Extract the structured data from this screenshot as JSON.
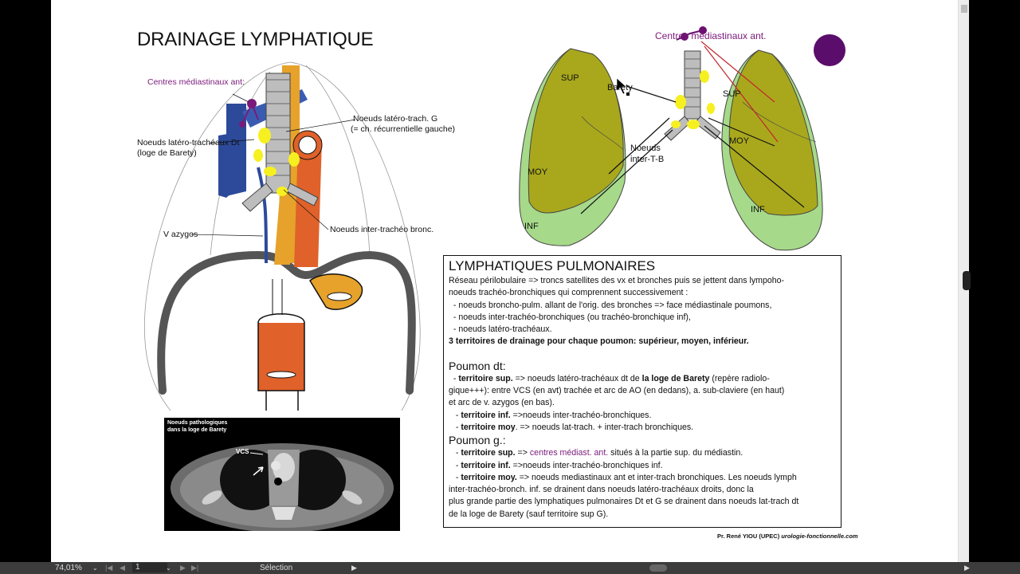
{
  "title": "DRAINAGE LYMPHATIQUE",
  "left_diagram": {
    "centres_label": "Centres médiastinaux ant:",
    "laterotrach_g_line1": "Noeuds latéro-trach. G",
    "laterotrach_g_line2": "(= ch. récurrentielle gauche)",
    "laterotrach_dt_line1": "Noeuds latéro-trachéaux Dt",
    "laterotrach_dt_line2": "(loge de Barety)",
    "inter_tracheo": "Noeuds inter-trachéo bronc.",
    "azygos": "V azygos"
  },
  "ct_image": {
    "caption_line1": "Noeuds pathologiques",
    "caption_line2": "dans la loge de Barety",
    "vcs": "VCS"
  },
  "lung_diagram": {
    "centres": "Centres médiastinaux ant.",
    "sup_left": "SUP",
    "barety": "Barety",
    "sup_right": "SUP",
    "moy_right": "MOY",
    "noeuds_line1": "Noeuds",
    "noeuds_line2": "inter-T-B",
    "moy_left": "MOY",
    "inf_right": "INF",
    "inf_left": "INF"
  },
  "textbox": {
    "heading": "LYMPHATIQUES PULMONAIRES",
    "l1": "Réseau périlobulaire => troncs satellites des vx et bronches puis se jettent dans lympoho-",
    "l2": "noeuds trachéo-bronchiques qui comprennent successivement :",
    "l3": "  - noeuds broncho-pulm. allant de l'orig. des bronches => face médiastinale poumons,",
    "l4": "  - noeuds inter-trachéo-bronchiques (ou trachéo-bronchique inf),",
    "l5": "  - noeuds latéro-trachéaux.",
    "l6": "3 territoires de drainage pour chaque poumon: supérieur, moyen, inférieur.",
    "dt_heading": "Poumon dt:",
    "dt_sup_a": "territoire sup.",
    "dt_sup_b": " => noeuds latéro-trachéaux dt de ",
    "dt_sup_c": "la loge de Barety",
    "dt_sup_d": " (repère radiolo-",
    "dt_l2": "gique+++): entre VCS (en avt) trachée et arc de AO (en dedans), a. sub-claviere (en haut)",
    "dt_l3": "et arc de v. azygos (en bas).",
    "dt_inf_a": "territoire inf.",
    "dt_inf_b": " =>noeuds inter-trachéo-bronchiques.",
    "dt_moy_a": "territoire moy",
    "dt_moy_b": ". => noeuds lat-trach. + inter-trach bronchiques.",
    "g_heading": "Poumon g.:",
    "g_sup_a": "territoire sup.",
    "g_sup_b": " => ",
    "g_sup_c": "centres médiast. ant.",
    "g_sup_d": " situés à la partie sup. du médiastin.",
    "g_inf_a": "territoire inf.",
    "g_inf_b": " =>noeuds inter-trachéo-bronchiques inf.",
    "g_moy_a": "territoire moy.",
    "g_moy_b": " => noeuds mediastinaux ant et inter-trach bronchiques. Les noeuds lymph",
    "g_l2": "inter-trachéo-bronch. inf. se drainent dans noeuds latéro-trachéaux droits, donc la",
    "g_l3": "plus grande partie des lymphatiques pulmonaires Dt et G se drainent dans noeuds lat-trach dt",
    "g_l4": "de la loge de Barety (sauf territoire sup G)."
  },
  "credit_a": "Pr. René YIOU (UPEC) ",
  "credit_b": "urologie-fonctionnelle.com",
  "statusbar": {
    "zoom": "74,01%",
    "page": "1",
    "mode": "Sélection"
  },
  "colors": {
    "lung_green": "#a9a81d",
    "lung_pale": "#a6d98a",
    "node_yellow": "#f7f020",
    "vein_blue": "#2d4a9a",
    "aorta_orange": "#e6a22b",
    "esophagus": "#e0612a",
    "centres_purple": "#6b1070"
  }
}
